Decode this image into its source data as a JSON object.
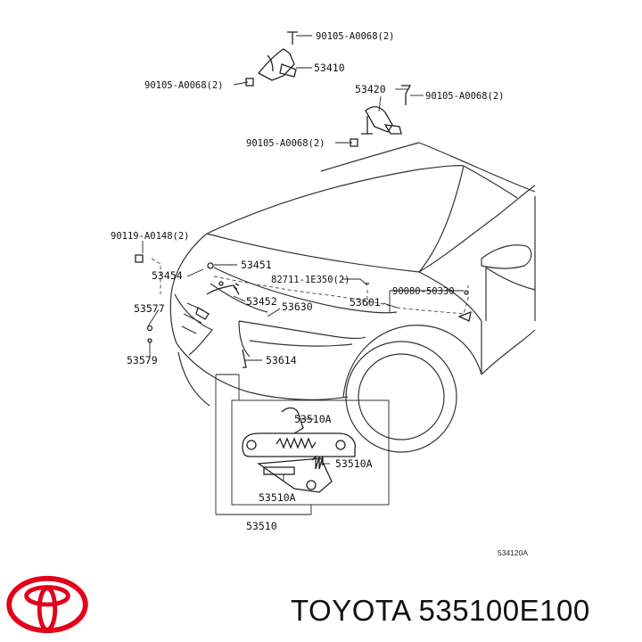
{
  "diagram": {
    "labels": {
      "bolt_top": "90105-A0068(2)",
      "p53410": "53410",
      "bolt_left": "90105-A0068(2)",
      "p53420": "53420",
      "bolt_right": "90105-A0068(2)",
      "bolt_lower": "90105-A0068(2)",
      "clip_90119": "90119-A0148(2)",
      "p53451": "53451",
      "p53454": "53454",
      "p82711": "82711-1E350(2)",
      "p53452": "53452",
      "p53630": "53630",
      "p53601": "53601",
      "p90080": "90080-50330",
      "p53577": "53577",
      "p53579": "53579",
      "p53614": "53614",
      "p53510a_top": "53510A",
      "p53510a_right": "53510A",
      "p53510a_bottom": "53510A",
      "p53510": "53510",
      "ref_code": "534120A"
    }
  },
  "footer": {
    "brand": "TOYOTA",
    "part_number": "535100E100",
    "logo_color": "#e2001a"
  }
}
